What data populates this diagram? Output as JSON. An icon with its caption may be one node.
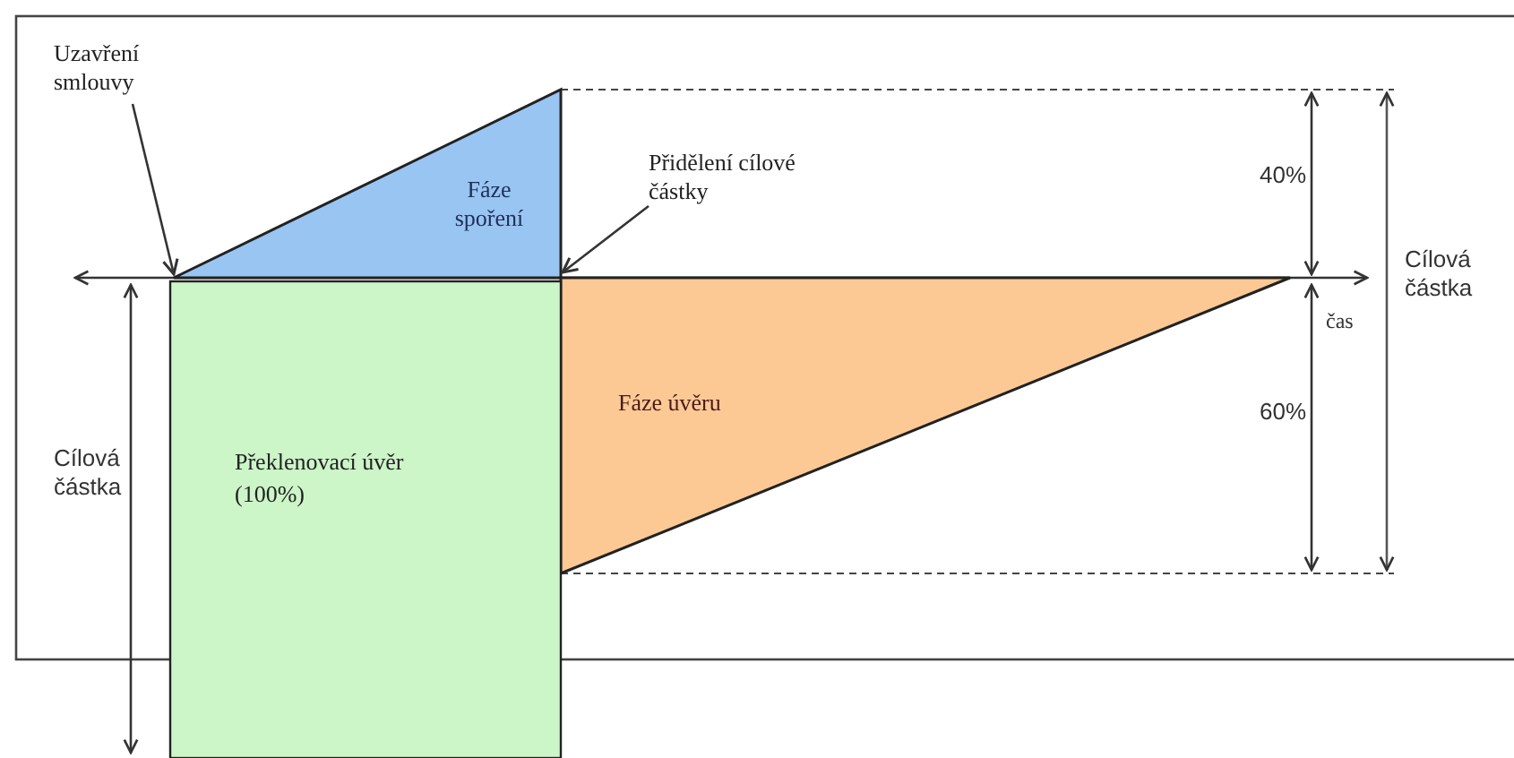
{
  "diagram": {
    "nodes": [
      {
        "text": [
          "Uzavření smlouvy"
        ]
      },
      {
        "text": [
          "Fáze spoření"
        ]
      },
      {
        "text": [
          "Přidělení cílové částky"
        ]
      },
      {
        "text": [
          "Fáze úvěru"
        ]
      },
      {
        "text": [
          "Překlenovací úvěr (100%)"
        ]
      }
    ],
    "edges": [
      {
        "from": 0,
        "to": 1,
        "arrow": "to"
      },
      {
        "from": 2,
        "to": 1,
        "arrow": "to"
      }
    ],
    "labels": [
      "40%",
      "čas",
      "Cílová částka",
      "60%",
      "Cílová částka"
    ]
  }
}
